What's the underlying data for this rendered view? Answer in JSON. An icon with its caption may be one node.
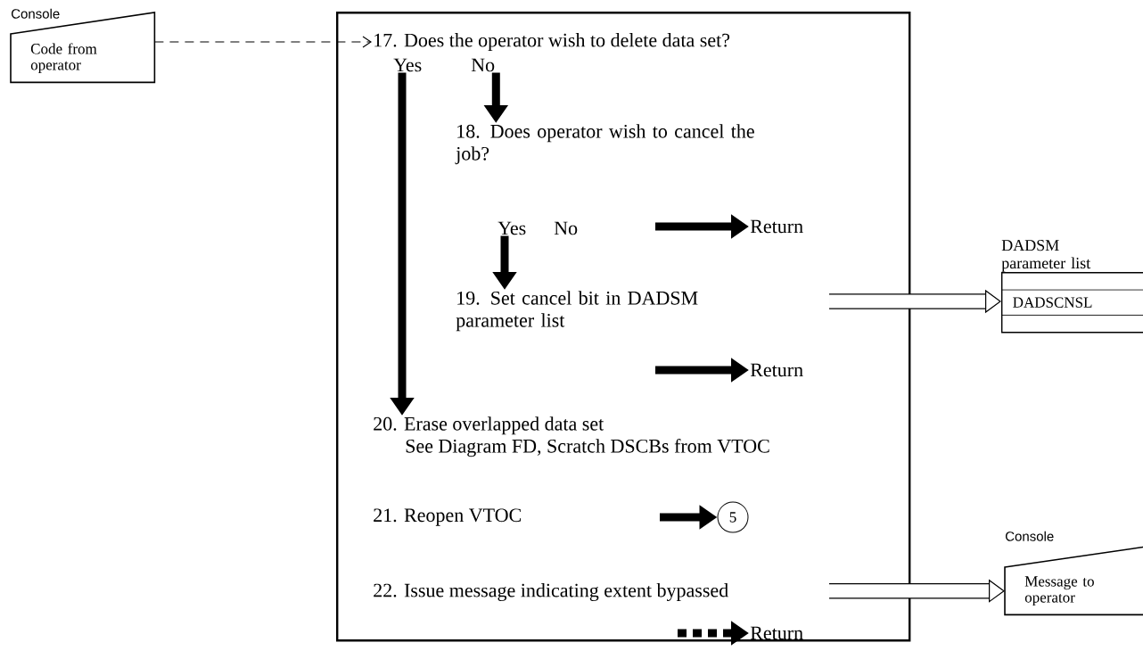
{
  "diagram": {
    "nodes": [
      {
        "text": [
          "Code from operator"
        ],
        "beside": [
          "Console"
        ]
      },
      {
        "text": [],
        "shape": "box"
      },
      {
        "text": [
          "17. Does the operator wish to delete data set?"
        ],
        "in": 1
      },
      {
        "text": [
          "Yes"
        ],
        "in": 1
      },
      {
        "text": [
          "No"
        ],
        "in": 1
      },
      {
        "text": [
          "18. Does operator wish to cancel the job?"
        ],
        "in": 1
      },
      {
        "text": [
          "Yes"
        ],
        "in": 1
      },
      {
        "text": [
          "No"
        ],
        "in": 1
      },
      {
        "text": [
          "Return"
        ],
        "in": 1
      },
      {
        "text": [
          "19. Set cancel bit in DADSM parameter list"
        ],
        "in": 1
      },
      {
        "text": [
          "Return"
        ],
        "in": 1
      },
      {
        "text": [
          "20. Erase overlapped data set",
          "See Diagram FD, Scratch DSCBs from VTOC"
        ],
        "in": 1
      },
      {
        "text": [
          "21. Reopen VTOC"
        ],
        "in": 1
      },
      {
        "text": [
          "5"
        ],
        "in": 1
      },
      {
        "text": [
          "22. Issue message indicating extent bypassed"
        ],
        "in": 1
      },
      {
        "text": [
          "Return"
        ],
        "in": 1
      },
      {
        "text": [
          "DADSM parameter list",
          "DADSCNSL"
        ]
      },
      {
        "text": [
          "Message to operator"
        ],
        "beside": [
          "Console"
        ]
      }
    ],
    "edges": [
      {
        "from": 0,
        "to": 2,
        "arrow": "to",
        "style": "dashed"
      },
      {
        "from": 3,
        "to": 11,
        "arrow": "to"
      },
      {
        "from": 4,
        "to": 5,
        "arrow": "to"
      },
      {
        "from": 6,
        "to": 9,
        "arrow": "to"
      },
      {
        "from": null,
        "to": 8,
        "arrow": "to"
      },
      {
        "from": null,
        "to": 10,
        "arrow": "to"
      },
      {
        "from": null,
        "to": 13,
        "arrow": "to"
      },
      {
        "from": null,
        "to": 16,
        "arrow": "to",
        "style": "thick"
      },
      {
        "from": null,
        "to": 17,
        "arrow": "to",
        "style": "thick"
      },
      {
        "from": null,
        "to": 15,
        "arrow": "to",
        "style": "dashed"
      }
    ]
  }
}
